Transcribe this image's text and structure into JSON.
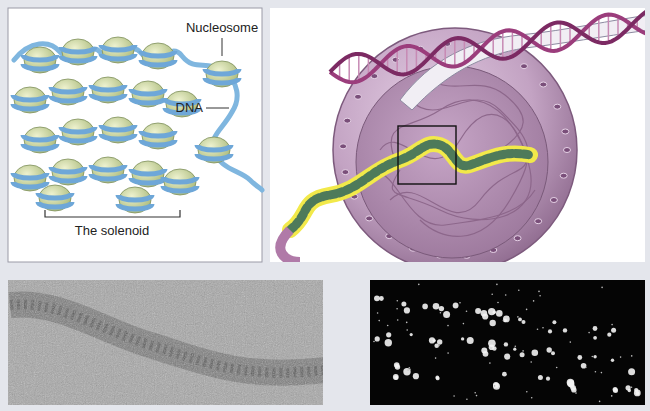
{
  "diagram": {
    "labels": [
      "Nucleosome",
      "DNA",
      "The solenoid"
    ]
  }
}
